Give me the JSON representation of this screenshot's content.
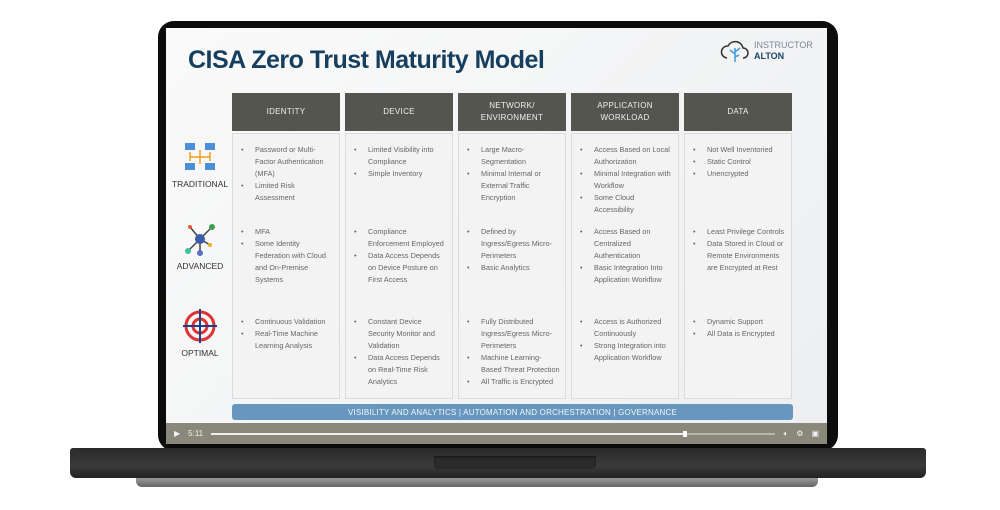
{
  "slide": {
    "title": "CISA Zero Trust Maturity Model",
    "logo": {
      "line1": "INSTRUCTOR",
      "line2": "ALTON"
    },
    "columns": [
      "IDENTITY",
      "DEVICE",
      "NETWORK/\nENVIRONMENT",
      "APPLICATION\nWORKLOAD",
      "DATA"
    ],
    "rows": [
      {
        "label": "TRADITIONAL",
        "cells": [
          [
            "Password or Multi-Factor Authentication (MFA)",
            "Limited Risk Assessment"
          ],
          [
            "Limited Visibility into Compliance",
            "Simple Inventory"
          ],
          [
            "Large Macro-Segmentation",
            "Minimal Internal or External Traffic Encryption"
          ],
          [
            "Access Based on Local Authorization",
            "Minimal Integration with Workflow",
            "Some Cloud Accessibility"
          ],
          [
            "Not Well Inventoried",
            "Static Control",
            "Unencrypted"
          ]
        ]
      },
      {
        "label": "ADVANCED",
        "cells": [
          [
            "MFA",
            "Some Identity Federation with Cloud and On-Premise Systems"
          ],
          [
            "Compliance Enforcement Employed",
            "Data Access Depends on Device Posture on First Access"
          ],
          [
            "Defined by Ingress/Egress Micro-Perimeters",
            "Basic Analytics"
          ],
          [
            "Access Based on Centralized Authentication",
            "Basic Integration Into Application Workflow"
          ],
          [
            "Least Privilege Controls",
            "Data Stored in Cloud or Remote Environments are Encrypted at Rest"
          ]
        ]
      },
      {
        "label": "OPTIMAL",
        "cells": [
          [
            "Continuous Validation",
            "Real-Time Machine Learning Analysis"
          ],
          [
            "Constant Device Security Monitor and Validation",
            "Data Access Depends on Real-Time Risk Analytics"
          ],
          [
            "Fully Distributed Ingress/Egress Micro-Perimeters",
            "Machine Learning-Based Threat Protection",
            "All Traffic is Encrypted"
          ],
          [
            "Access is Authorized Continuously",
            "Strong Integration into Application Workflow"
          ],
          [
            "Dynamic Support",
            "All Data is Encrypted"
          ]
        ]
      }
    ],
    "footer_bar": "VISIBILITY AND ANALYTICS | AUTOMATION AND ORCHESTRATION | GOVERNANCE"
  },
  "player": {
    "time": "5:11",
    "progress": 0.84,
    "icons": [
      "play-icon",
      "volume-icon",
      "settings-icon",
      "fullscreen-icon"
    ]
  }
}
